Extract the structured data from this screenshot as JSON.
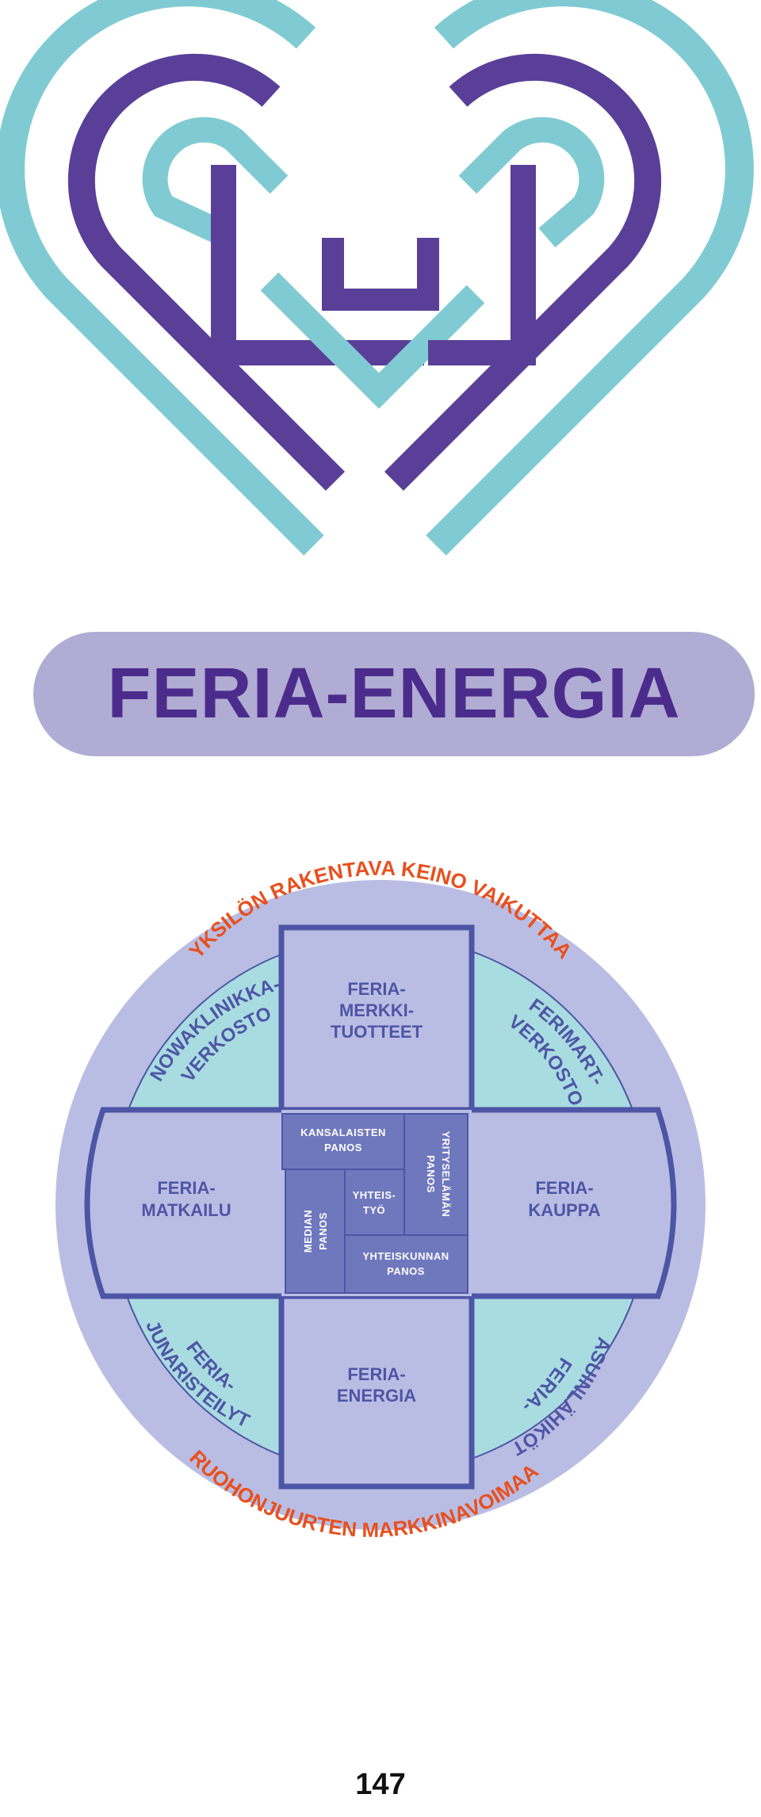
{
  "banner": {
    "title": "FERIA-ENERGIA"
  },
  "colors": {
    "teal": "#80cbd3",
    "purple": "#5a3f98",
    "banner": "#b1acd3",
    "circle": "#babde3",
    "quadrant": "#a9dce1",
    "grid": "#4e55a6",
    "center_box": "#6f78bd",
    "arc_text": "#e8501e"
  },
  "diagram": {
    "outer_top": "YKSILÖN RAKENTAVA KEINO VAIKUTTAA",
    "outer_bottom": "RUOHONJUURTEN MARKKINAVOIMAA",
    "top": [
      "FERIA-",
      "MERKKI-",
      "TUOTTEET"
    ],
    "left": [
      "FERIA-",
      "MATKAILU"
    ],
    "right": [
      "FERIA-",
      "KAUPPA"
    ],
    "bottom": [
      "FERIA-",
      "ENERGIA"
    ],
    "q_tl": [
      "NOWAKLINIKKA-",
      "VERKOSTO"
    ],
    "q_tr": [
      "FERIMART-",
      "VERKOSTO"
    ],
    "q_bl": [
      "FERIA-",
      "JUNARISTEILYT"
    ],
    "q_br": [
      "FERIA-",
      "ASUINLÄHIKÖT"
    ],
    "center": {
      "top": [
        "KANSALAISTEN",
        "PANOS"
      ],
      "right": [
        "YRITYSELÄMÄN",
        "PANOS"
      ],
      "left": [
        "MEDIAN",
        "PANOS"
      ],
      "mid": [
        "YHTEIS-",
        "TYÖ"
      ],
      "bottom": [
        "YHTEISKUNNAN",
        "PANOS"
      ]
    }
  },
  "page_number": "147"
}
